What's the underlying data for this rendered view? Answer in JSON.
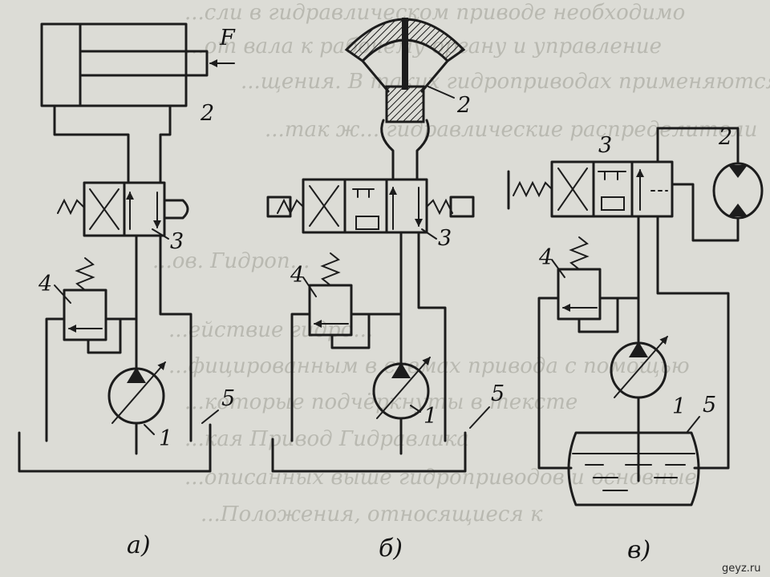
{
  "background_text_lines": [
    "...сли в гидравлическом приводе необходимо",
    "...от вала к рабочему органу и управление",
    "...щения. В таких гидроприводах применяются",
    "...так ж... гидравлические распределители",
    "...ов. Гидроп...",
    "...ействие гидро...",
    "...фицированным в схемах привода с помощью",
    "...которые подчёркнуты в тексте",
    "...кая Привод Гидравлика",
    "...описанных выше гидроприводов и основные",
    "...Положения, относящиеся к"
  ],
  "diagram": {
    "labels": {
      "force": "F",
      "n1": "1",
      "n2": "2",
      "n3": "3",
      "n4": "4",
      "n5": "5"
    },
    "captions": {
      "a": "а)",
      "b": "б)",
      "c": "в)"
    }
  },
  "watermark": "geyz.ru",
  "colors": {
    "paper": "#dcdcd6",
    "ink": "#1c1c1c",
    "faded_text": "#b9b9b1"
  }
}
